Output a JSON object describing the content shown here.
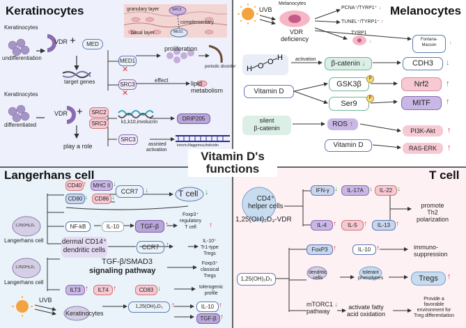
{
  "center_title": "Vitamin D's functions",
  "keratinocytes": {
    "title": "Keratinocytes",
    "undiff_label": "Keratinocytes",
    "undiff_sub": "undifferentiation",
    "vdr": "VDR",
    "plus": "+",
    "med": "MED",
    "target_genes": "target genes",
    "granular_layer": "granulary layer",
    "basal_layer": "basal layer",
    "src3": "SRC3",
    "complementary": "complementary",
    "med1": "MED1",
    "proliferation": "proliferation",
    "periodic_disorder": "periodic disorder",
    "effect": "effect",
    "lipid_metabolism": "lipid metabolism",
    "diff_label": "Keratinocytes",
    "diff_sub": "differentiated",
    "src2": "SRC2",
    "play_role": "play a role",
    "k_genes": "k1,k10,involucrin",
    "drip205": "DRIP205",
    "assisted": "assisted",
    "activation": "activation",
    "loricrin": "loricrin,filaggrinca,thelicidin"
  },
  "melanocytes": {
    "title": "Melanocytes",
    "uvb": "UVB",
    "melanocytes": "Melanocytes",
    "vdr_deficiency_1": "VDR",
    "vdr_deficiency_2": "deficiency",
    "pcna": "PCNA⁺/TYRP1⁺",
    "tunel": "TUNEL⁺/TYRP1⁺",
    "tyrp1": "TYRP1",
    "fontana_1": "Fontana-",
    "fontana_2": "Masson",
    "activation": "activation",
    "beta_catenin": "β-catenin",
    "cdh3": "CDH3",
    "vitamin_d": "Vitamin D",
    "gsk3b": "GSK3β",
    "ser9": "Ser9",
    "p": "P",
    "nrf2": "Nrf2",
    "mitf": "MITF",
    "silent_1": "silent",
    "silent_2": "β-catenin",
    "ros": "ROS",
    "pi3k": "PI3K-Akt",
    "vitamin_d2": "Vitamin D",
    "ras": "RAS-ERK"
  },
  "langerhans": {
    "title": "Langerhans cell",
    "cd40": "CD40",
    "mhc": "MHC II",
    "cd80": "CD80",
    "cd86": "CD86",
    "ccr7": "CCR7",
    "tcell": "T cell",
    "vit": "1,25(OH)₂D₃",
    "lc_label": "Langerhans cell",
    "nfkb": "NF-kB",
    "il10": "IL-10",
    "tgfb": "TGF-β",
    "foxp3_treg": "Foxp3⁺",
    "reg1": "regulatory",
    "reg2": "T cell",
    "dermal1": "dermal CD14⁺",
    "dermal2": "dendritic cells",
    "ccr7b": "CCR7",
    "il10_tr1_1": "IL-10⁺",
    "il10_tr1_2": "Tr1-type",
    "il10_tr1_3": "Tregs",
    "tgf_smad": "TGF-β/SMAD3",
    "signaling": "signaling pathway",
    "foxp3_classical_1": "Foxp3⁺",
    "foxp3_classical_2": "classical",
    "foxp3_classical_3": "Tregs",
    "vit2": "1,25(OH)₂D₃",
    "lc_label2": "Langerhans cell",
    "ilt3": "ILT3",
    "ilt4": "ILT4",
    "cd83": "CD83",
    "tolerogenic_1": "tolerogenic",
    "tolerogenic_2": "profile",
    "uvb": "UVB",
    "keratinocytes": "Keratinocytes",
    "vit3": "1,25(OH)₂D₃",
    "il10b": "IL-10",
    "tgfb2": "TGF-β"
  },
  "tcell": {
    "title": "T cell",
    "cd4_1": "CD4⁺",
    "cd4_2": "helper cells",
    "vdr_line": "1,25(OH)₂D₃-VDR",
    "ifng": "IFN-γ",
    "il17a": "IL-17A",
    "il22": "IL-22",
    "il4": "IL-4",
    "il5": "IL-5",
    "il13": "IL-13",
    "promote1": "promote",
    "promote2": "Th2",
    "promote3": "polarization",
    "foxp3": "FoxP3",
    "il10": "IL-10",
    "immuno1": "immuno-",
    "immuno2": "suppression",
    "vit": "1,25(OH)₂D₃",
    "dendritic1": "dendritic",
    "dendritic2": "cells",
    "tolerant1": "tolerant",
    "tolerant2": "phenotypes",
    "tregs": "Tregs",
    "mtorc1_1": "mTORC1",
    "mtorc1_2": "pathway",
    "fatty1": "activate fatty",
    "fatty2": "acid oxidation",
    "provide1": "Provide a",
    "provide2": "favorable",
    "provide3": "environment for",
    "provide4": "Treg differentiation"
  },
  "colors": {
    "up": "#e03030",
    "down": "#3aa03a",
    "purple": "#8a6bb0",
    "pink": "#f2a7b8"
  }
}
